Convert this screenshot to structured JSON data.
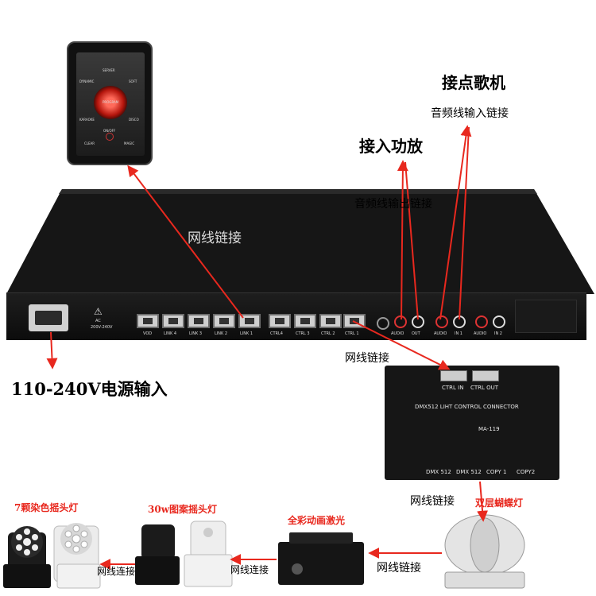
{
  "labels": {
    "to_karaoke": "接点歌机",
    "audio_in": "音频线输入链接",
    "to_amp": "接入功放",
    "audio_out": "音频线输出链接",
    "net_top": "网线链接",
    "power": "110-240V电源输入",
    "net_dmx": "网线链接",
    "net_butterfly": "网线链接",
    "net_laser": "网线链接",
    "net_pattern": "网线连接",
    "net_rgb": "网线连接"
  },
  "lights": {
    "rgb_moving_head": "7颗染色摇头灯",
    "pattern_moving_head": "30w图案摇头灯",
    "laser": "全彩动画激光",
    "butterfly": "双层蝴蝶灯"
  },
  "main_unit": {
    "ports_link": [
      "LINK 4",
      "LINK 3",
      "LINK 2",
      "LINK 1"
    ],
    "vod": "VOD",
    "ports_ctrl": [
      "CTRL4",
      "CTRL 3",
      "CTRL 2",
      "CTRL 1"
    ],
    "ac_label": "AC",
    "ac_range": "200V-240V",
    "audio_jacks": [
      "AUDIO",
      "OUT",
      "AUDIO",
      "IN 1",
      "AUDIO",
      "IN 2"
    ]
  },
  "panel": {
    "server": "SERVER",
    "dynamic": "DYNAMIC",
    "soft": "SOFT",
    "karaoke": "KARAOKE",
    "disco": "DISCO",
    "clear": "CLEAR",
    "on_off": "ON/OFF",
    "magic": "MAGIC",
    "center": "PROGRAM"
  },
  "dmx_box": {
    "ctrl_in": "CTRL IN",
    "ctrl_out": "CTRL OUT",
    "title": "DMX512 LIHT CONTROL CONNECTOR",
    "model": "MA-119",
    "port_labels": [
      "DMX 512",
      "DMX 512",
      "COPY 1",
      "COPY2"
    ]
  },
  "colors": {
    "accent_red": "#e8281e",
    "device_black": "#141414"
  }
}
